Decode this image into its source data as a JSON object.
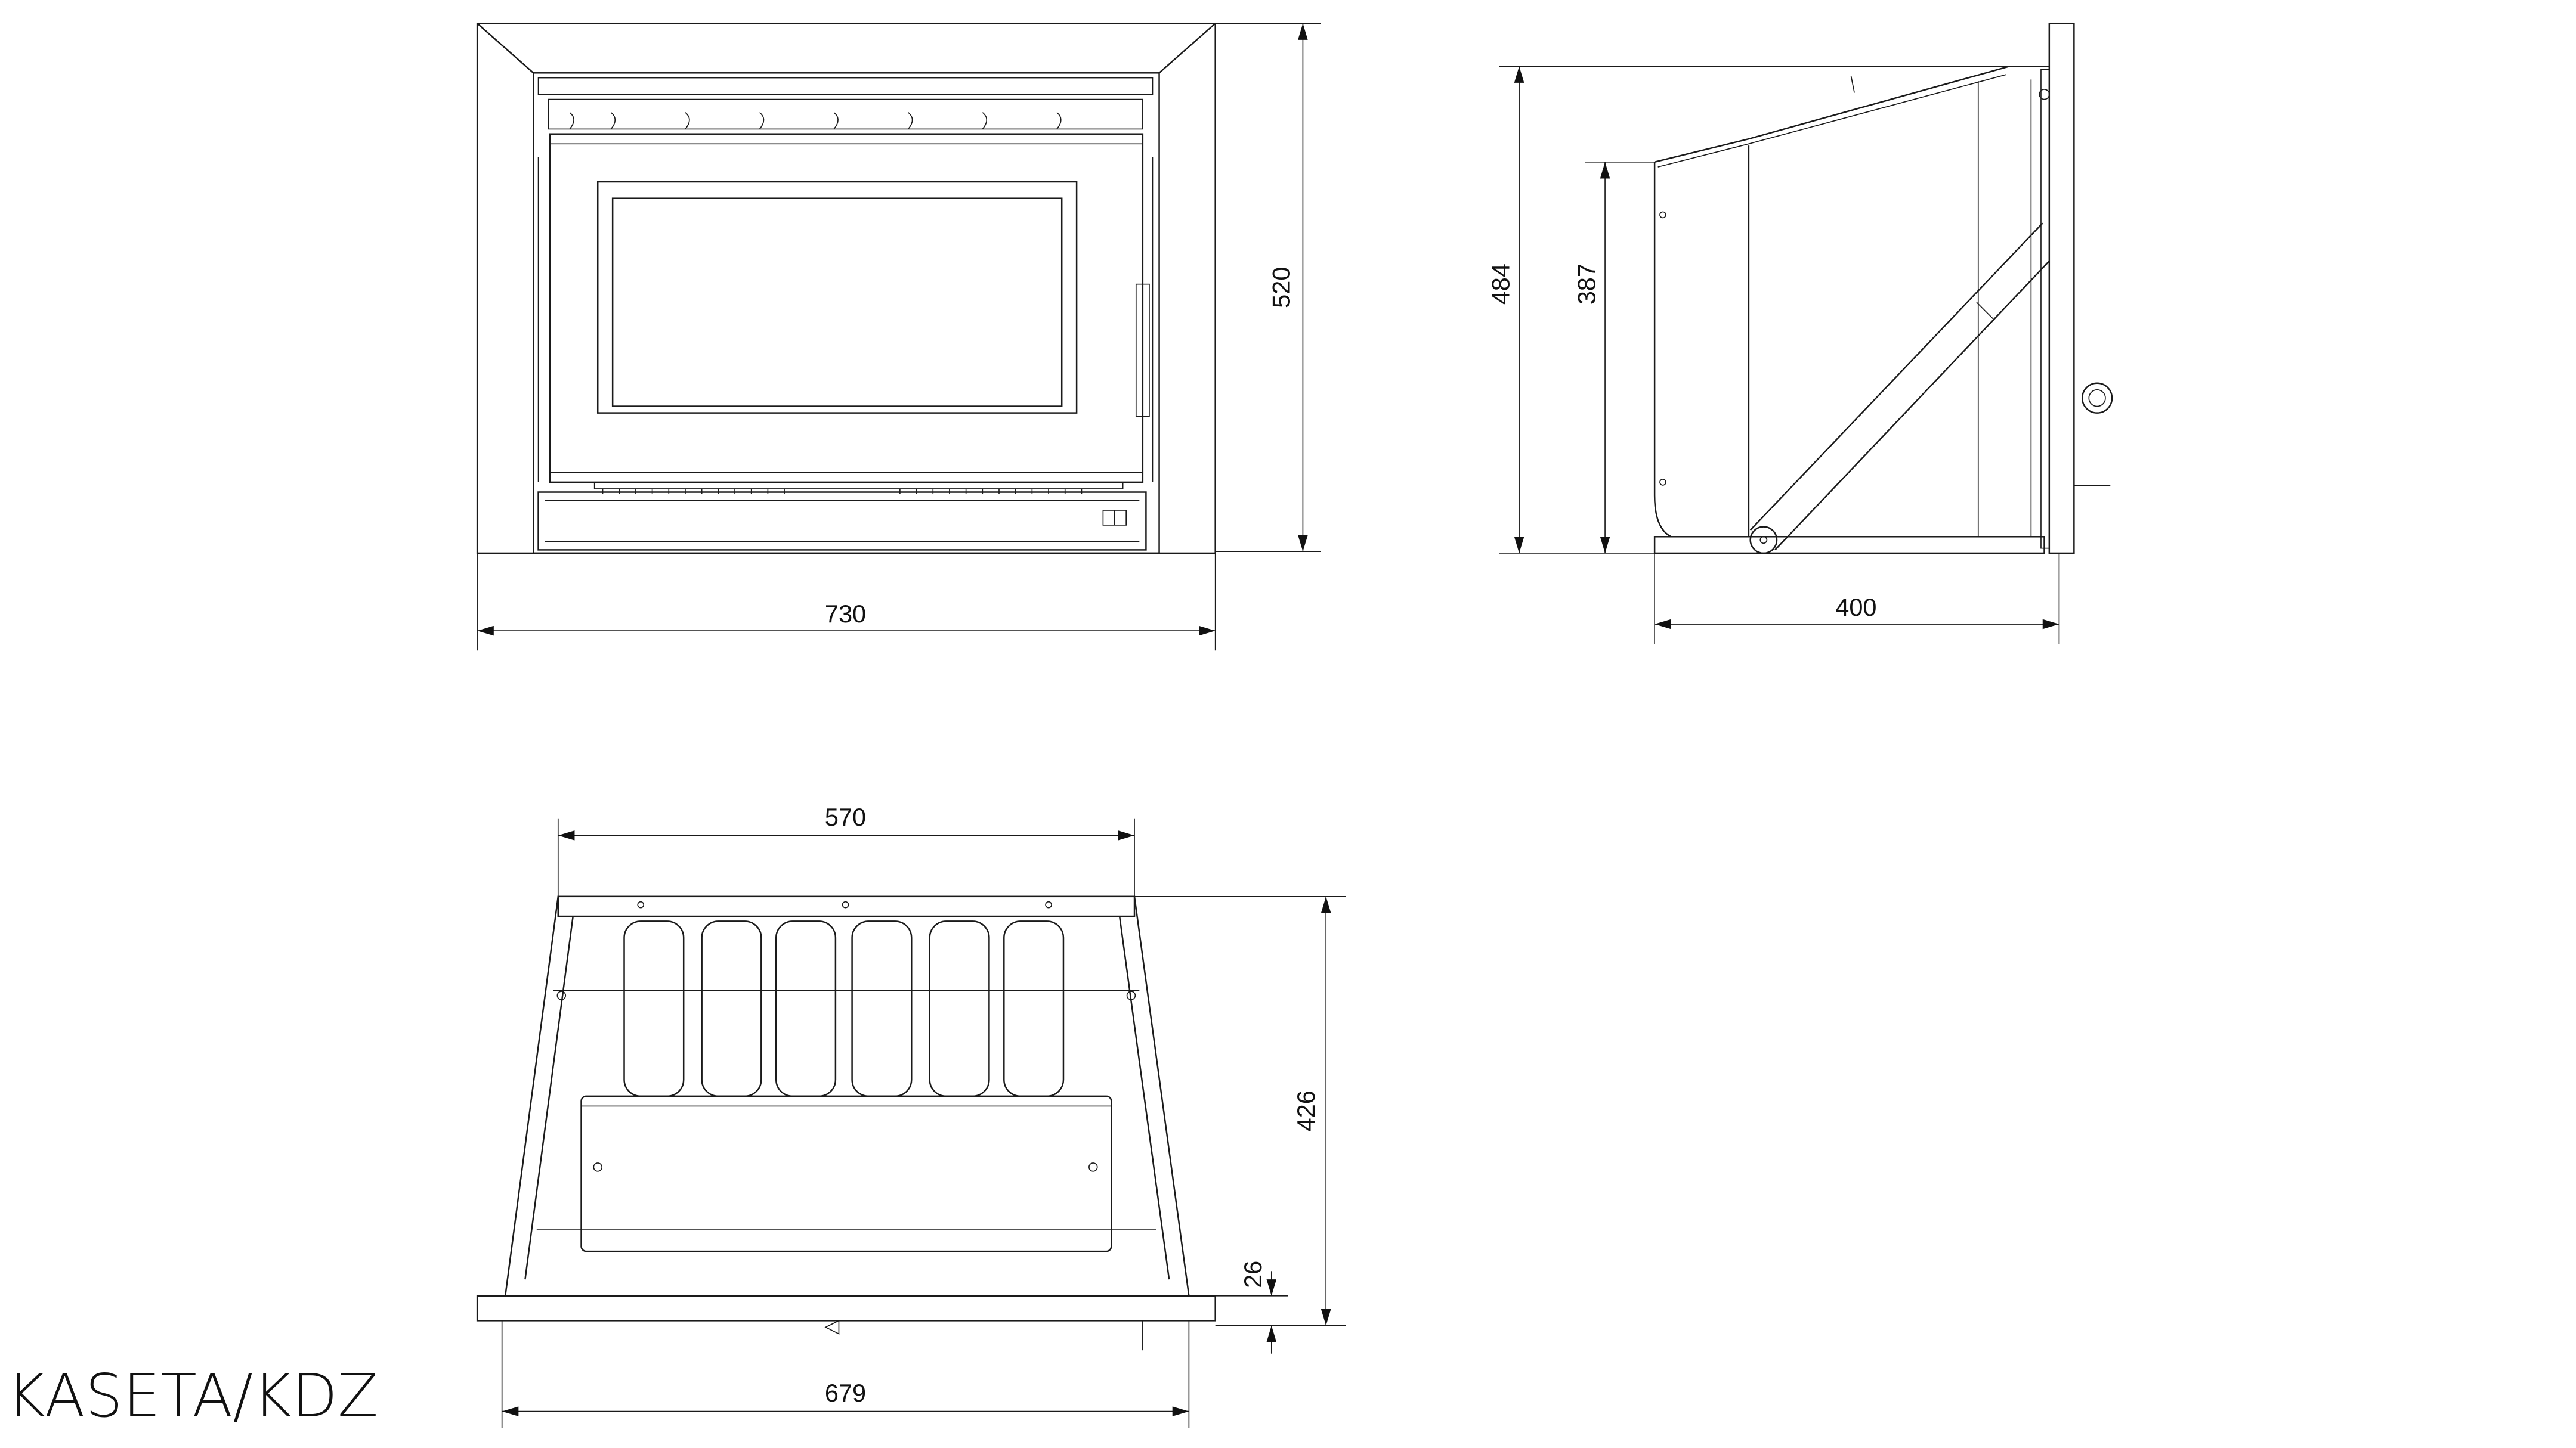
{
  "title": "KASETA/KDZ",
  "front_view": {
    "width_label": "730",
    "height_label": "520"
  },
  "side_view": {
    "height_label": "484",
    "inner_height_label": "387",
    "depth_label": "400"
  },
  "top_view": {
    "inner_width_label": "570",
    "depth_label": "426",
    "plate_label": "26",
    "outer_width_label": "679"
  },
  "colors": {
    "line": "#1a1a1a",
    "background": "#ffffff"
  }
}
